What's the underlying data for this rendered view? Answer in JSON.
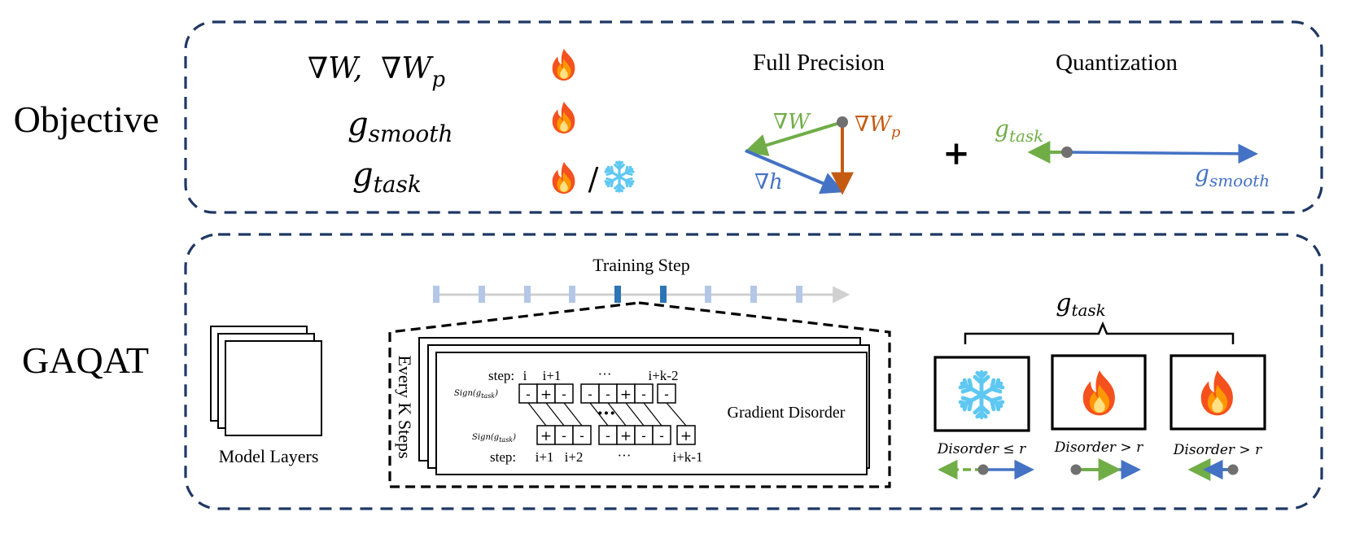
{
  "colors": {
    "panel_border": "#1f3864",
    "green": "#70ad47",
    "blue": "#4472c4",
    "orange": "#c55a11",
    "gray_dot": "#707070",
    "tick_light": "#b4c7e7",
    "tick_dark": "#2e75b6",
    "timeline": "#d0d0d0",
    "ice": "#5ec8f2",
    "flame_outer": "#f4511e",
    "flame_mid": "#ff9800",
    "flame_inner": "#ffe082"
  },
  "objective": {
    "title": "Objective",
    "rows": [
      {
        "sym": "∇W,  ∇W",
        "sub": "p",
        "icon": "fire"
      },
      {
        "sym": "g",
        "sub": "smooth",
        "icon": "fire"
      },
      {
        "sym": "g",
        "sub": "task",
        "icon": "fire-or-snowflake",
        "sep": "/"
      }
    ],
    "full_precision": {
      "title": "Full Precision",
      "grad_w": "∇W",
      "grad_wp": "∇W",
      "grad_wp_sub": "p",
      "grad_h": "∇h"
    },
    "plus": "+",
    "quantization": {
      "title": "Quantization",
      "g_task": "g",
      "g_task_sub": "task",
      "g_smooth": "g",
      "g_smooth_sub": "smooth"
    }
  },
  "gaqat": {
    "title": "GAQAT",
    "model_layers_label": "Model Layers",
    "training_step_label": "Training Step",
    "every_k_label": "Every K Steps",
    "gradient_disorder_label": "Gradient Disorder",
    "top_step_label": "step:",
    "top_step_indices": [
      "i",
      "i+1",
      "···",
      "i+k-2"
    ],
    "bottom_step_label": "step:",
    "bottom_step_indices": [
      "i+1",
      "i+2",
      "···",
      "i+k-1"
    ],
    "sign_label": "Sign(g",
    "sign_sub": "task",
    "sign_close": ")",
    "dots": "···",
    "row_top_signs": [
      "-",
      "+",
      "-",
      "-",
      "-",
      "+",
      "-",
      "-"
    ],
    "row_bottom_signs": [
      "+",
      "-",
      "-",
      "-",
      "+",
      "-",
      "-",
      "+"
    ],
    "g_task": "g",
    "g_task_sub": "task",
    "boxes": [
      {
        "icon": "snowflake",
        "label": "Disorder ≤ r"
      },
      {
        "icon": "fire",
        "label": "Disorder > r"
      },
      {
        "icon": "fire",
        "label": "Disorder > r"
      }
    ]
  }
}
